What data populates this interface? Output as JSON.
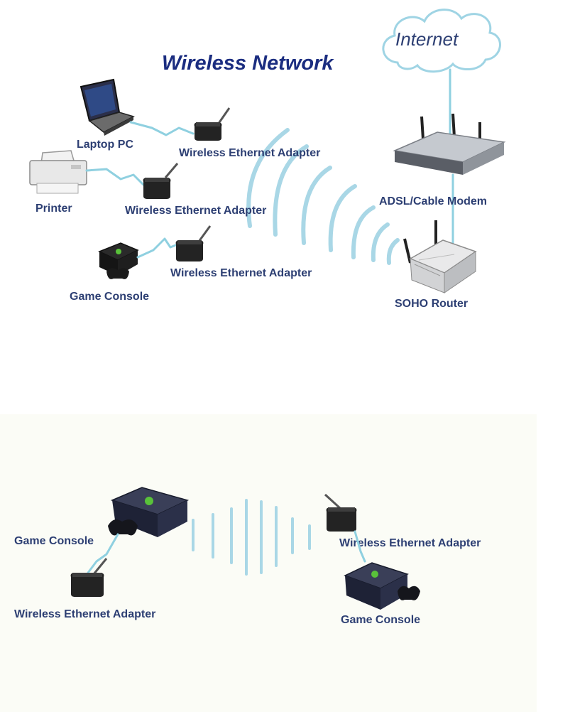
{
  "top_diagram": {
    "title": "Wireless Network",
    "cloud_label": "Internet",
    "labels": {
      "laptop": "Laptop PC",
      "printer": "Printer",
      "game_console": "Game Console",
      "adapter_1": "Wireless Ethernet Adapter",
      "adapter_2": "Wireless Ethernet Adapter",
      "adapter_3": "Wireless Ethernet Adapter",
      "modem": "ADSL/Cable Modem",
      "router": "SOHO Router"
    }
  },
  "bottom_diagram": {
    "labels": {
      "console_left": "Game Console",
      "adapter_left": "Wireless Ethernet Adapter",
      "adapter_right": "Wireless Ethernet Adapter",
      "console_right": "Game Console"
    }
  },
  "colors": {
    "link": "#8fd0e0",
    "label_text": "#2d3f73",
    "title_text": "#1b2d80",
    "bottom_panel_background": "#fbfcf6"
  }
}
